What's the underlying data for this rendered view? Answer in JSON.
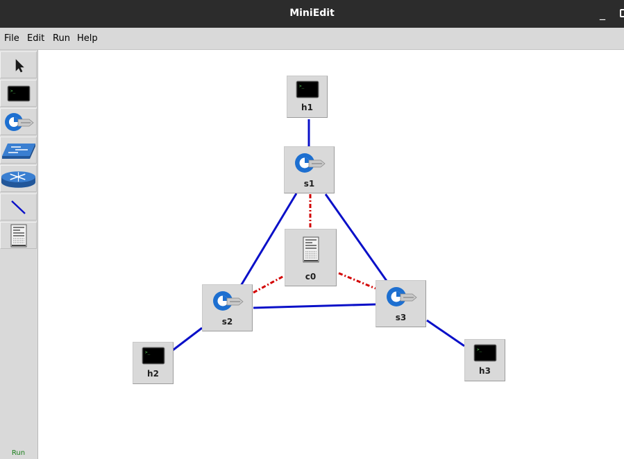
{
  "window": {
    "title": "MiniEdit",
    "minimize_symbol": "_"
  },
  "menubar": {
    "items": [
      "File",
      "Edit",
      "Run",
      "Help"
    ]
  },
  "toolbar": {
    "tools": [
      {
        "name": "select-tool",
        "icon": "pointer-arrow-icon"
      },
      {
        "name": "host-tool",
        "icon": "terminal-icon"
      },
      {
        "name": "switch-tool",
        "icon": "openflow-switch-icon"
      },
      {
        "name": "legacy-switch-tool",
        "icon": "legacy-switch-icon"
      },
      {
        "name": "legacy-router-tool",
        "icon": "router-icon"
      },
      {
        "name": "netlink-tool",
        "icon": "link-line-icon"
      },
      {
        "name": "controller-tool",
        "icon": "server-icon"
      }
    ],
    "run_label": "Run"
  },
  "topology": {
    "nodes": [
      {
        "id": "h1",
        "label": "h1",
        "type": "host"
      },
      {
        "id": "s1",
        "label": "s1",
        "type": "switch"
      },
      {
        "id": "c0",
        "label": "c0",
        "type": "controller"
      },
      {
        "id": "s2",
        "label": "s2",
        "type": "switch"
      },
      {
        "id": "s3",
        "label": "s3",
        "type": "switch"
      },
      {
        "id": "h2",
        "label": "h2",
        "type": "host"
      },
      {
        "id": "h3",
        "label": "h3",
        "type": "host"
      }
    ],
    "links": [
      {
        "from": "h1",
        "to": "s1",
        "kind": "data"
      },
      {
        "from": "s1",
        "to": "s2",
        "kind": "data"
      },
      {
        "from": "s1",
        "to": "s3",
        "kind": "data"
      },
      {
        "from": "s2",
        "to": "s3",
        "kind": "data"
      },
      {
        "from": "s2",
        "to": "h2",
        "kind": "data"
      },
      {
        "from": "s3",
        "to": "h3",
        "kind": "data"
      },
      {
        "from": "s1",
        "to": "c0",
        "kind": "control"
      },
      {
        "from": "s2",
        "to": "c0",
        "kind": "control"
      },
      {
        "from": "s3",
        "to": "c0",
        "kind": "control"
      }
    ]
  },
  "colors": {
    "data_link": "#0a10c8",
    "control_link": "#d20000",
    "titlebar": "#2c2c2c",
    "panel": "#d9d9d9",
    "run_text": "#1a7f1a"
  }
}
